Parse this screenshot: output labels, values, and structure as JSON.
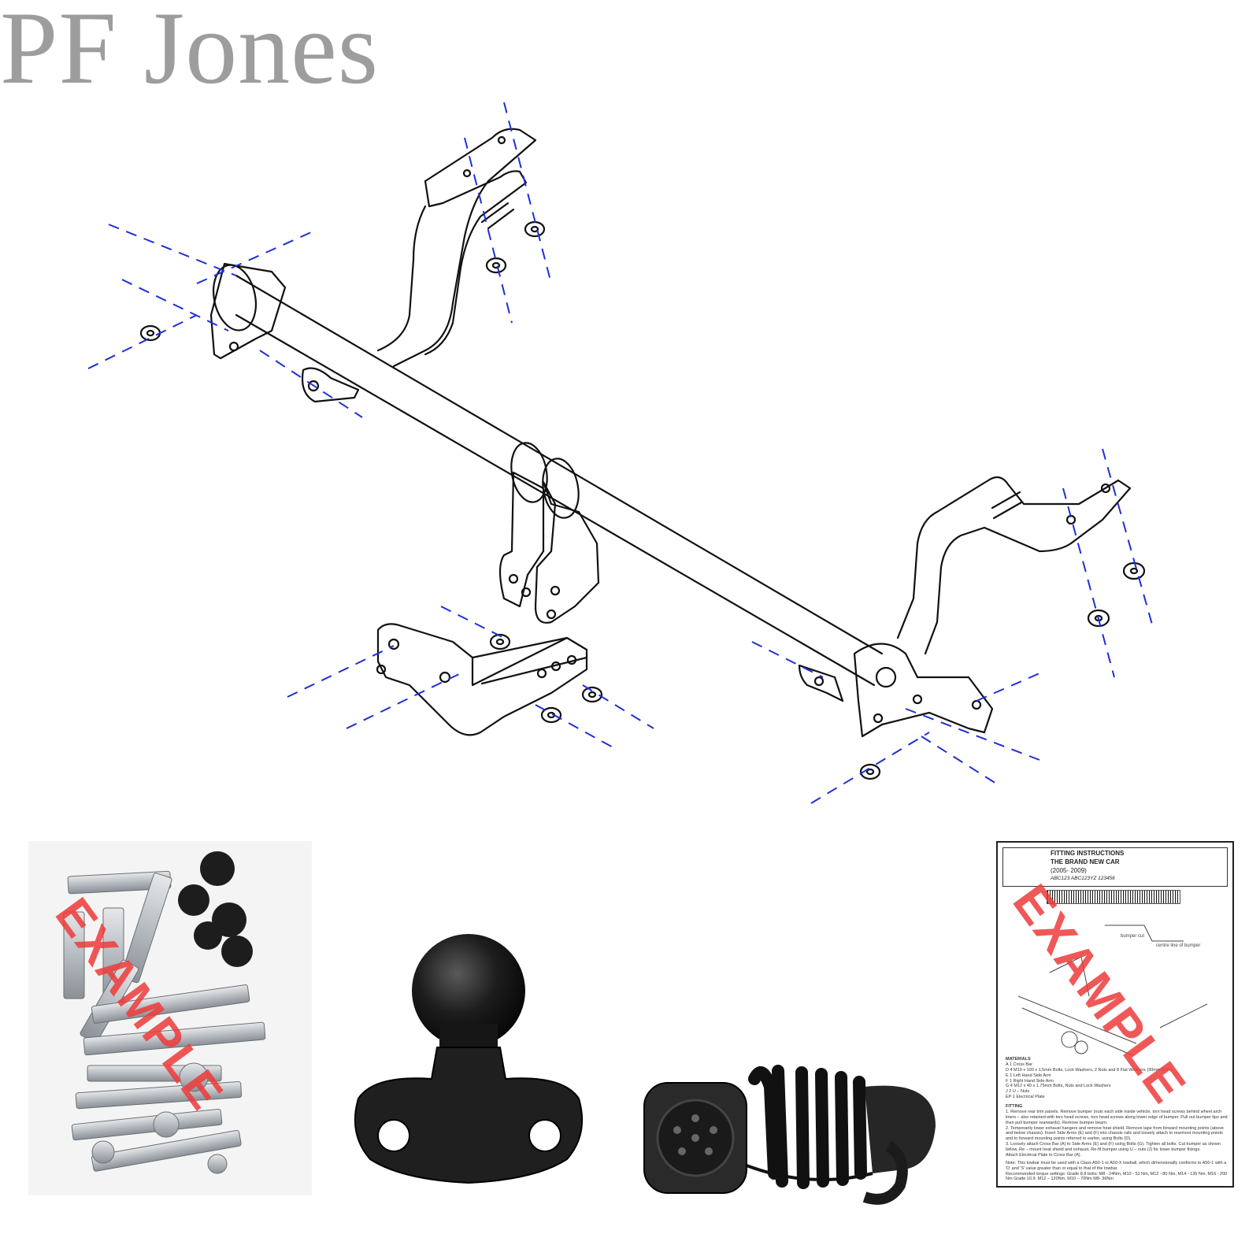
{
  "brand": {
    "name": "PF Jones",
    "color": "#9d9d9d"
  },
  "watermark": {
    "text": "EXAMPLE",
    "color": "#ee3b3b"
  },
  "colors": {
    "line": "#111111",
    "dash": "#1f2fd6"
  },
  "images": [
    {
      "name": "fixings-kit-bag-photo"
    },
    {
      "name": "towball-photo"
    },
    {
      "name": "electrical-socket-photo"
    },
    {
      "name": "fitting-instructions-sheet"
    }
  ],
  "instructions": {
    "heading": "FITTING INSTRUCTIONS",
    "car": "THE BRAND NEW CAR",
    "years": "(2005- 2009)",
    "codes": "ABC123 ABC123YZ 123456",
    "label_bumper_cut": "bumper cut",
    "label_centre_line": "centre line of bumper",
    "materials_title": "MATERIALS",
    "materials": [
      "A     1     Cross Bar",
      "D     4     M10 x 100 x 1.5mm Bolts, Lock Washers, 2 Nuts and 8 Flat Washers (30mm O.D.)",
      "E     1     Left Hand Side Arm",
      "F     1     Right Hand Side Arm",
      "G     4     M12 x 40 x 1.75mm Bolts, Nuts and Lock Washers",
      "J     2     U – Nuts",
      "EP    1     Electrical Plate"
    ],
    "fitting_title": "FITTING",
    "fitting": [
      "1.   Remove rear trim panels. Remove bumper (nuts each side inside vehicle, torx head screws behind wheel arch liners – also retained with torx head screws, torx head screws along lower edge of bumper. Pull out bumper tips and then pull bumper rearwards). Remove bumper beam.",
      "2.   Temporarily lower exhaust hangers and remove heat shield. Remove tape from forward mounting points (above and below chassis). Insert Side Arms (E) and (F) into chassis rails and loosely attach to rearmost mounting points and to forward mounting points referred to earlier, using Bolts (D).",
      "3.   Loosely attach Cross Bar (A) to Side Arms (E) and (F) using Bolts (G). Tighten all bolts. Cut bumper as shown below. Re – mount heat shield and exhaust. Re-fit bumper using U – nuts (J) for lower bumper fixings.",
      "      Attach Electrical Plate to Cross Bar (A)."
    ],
    "note": "Note: This towbar must be used with a Class A50-1 or A50-X towball, which dimensionally conforms to A50-1 with a 'D' and 'S' value greater than or equal to that of the towbar.",
    "torque": "Recommended torque settings: Grade 8.8 bolts: M8 - 24Nm, M10 - 52 Nm, M12 - 80 Nm, M14 - 135 Nm, M16 - 200 Nm Grade 10.9: M12 – 120Nm, M10 – 70Nm M8- 36Nm"
  }
}
